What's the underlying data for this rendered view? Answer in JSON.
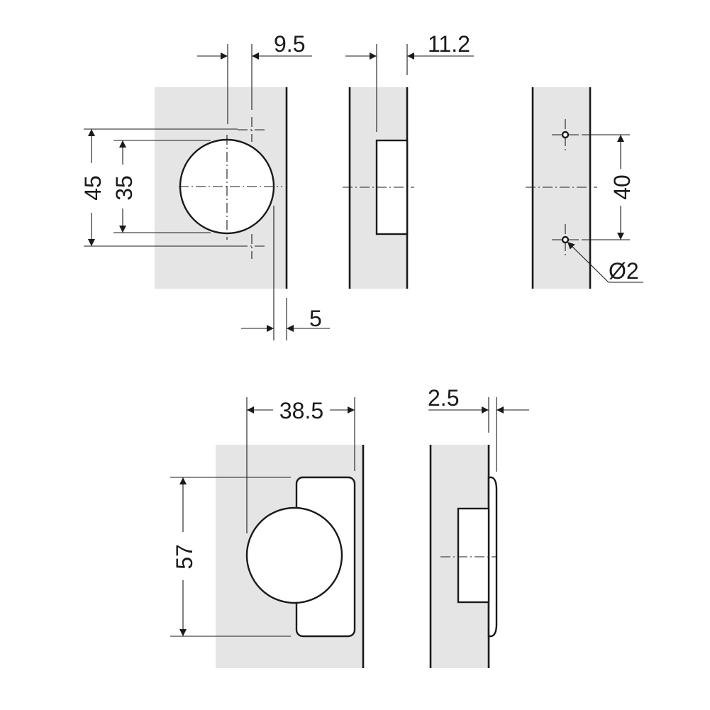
{
  "dimensions": {
    "cup_offset": "9.5",
    "drill_depth": "11.2",
    "outer_span": "45",
    "cup_diameter": "35",
    "edge_distance": "5",
    "hole_spacing": "40",
    "pin_hole_diameter": "Ø2",
    "plate_width": "38.5",
    "plate_height": "57",
    "overlay_thickness": "2.5"
  },
  "colors": {
    "panel_fill": "#e5e5e5",
    "line": "#1a1a1a",
    "background": "#ffffff"
  }
}
